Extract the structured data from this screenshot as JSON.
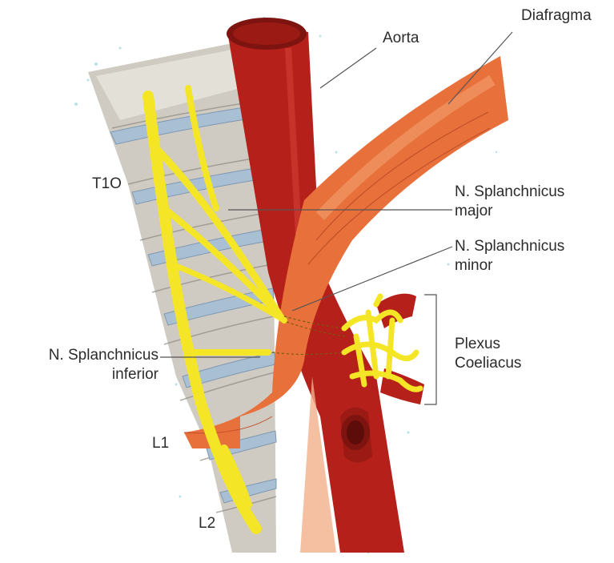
{
  "labels": {
    "aorta": "Aorta",
    "diafragma": "Diafragma",
    "t10": "T1O",
    "splanchnicus_major_line1": "N. Splanchnicus",
    "splanchnicus_major_line2": "major",
    "splanchnicus_minor_line1": "N. Splanchnicus",
    "splanchnicus_minor_line2": "minor",
    "splanchnicus_inferior_line1": "N. Splanchnicus",
    "splanchnicus_inferior_line2": "inferior",
    "plexus_line1": "Plexus",
    "plexus_line2": "Coeliacus",
    "l1": "L1",
    "l2": "L2"
  },
  "colors": {
    "aorta": "#b5201a",
    "aorta_dark": "#7d1410",
    "diaphragm": "#e8703a",
    "diaphragm_light": "#f3a070",
    "nerve": "#f4e626",
    "nerve_dark": "#c9b900",
    "vertebra": "#cfcbc2",
    "vertebra_dark": "#8e8a80",
    "disc": "#a9bfd4",
    "speckle": "#9ad6e0",
    "leader": "#555555"
  }
}
